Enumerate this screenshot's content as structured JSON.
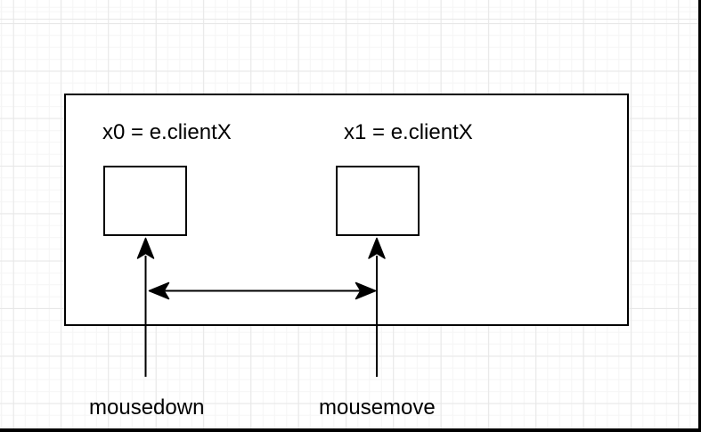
{
  "diagram": {
    "container_labels": {
      "x0": "x0 = e.clientX",
      "x1": "x1 = e.clientX"
    },
    "event_labels": {
      "mousedown": "mousedown",
      "mousemove": "mousemove"
    },
    "shapes": {
      "outer_box": "container rectangle",
      "square_count": 2,
      "arrows": [
        "up-arrow-mousedown",
        "up-arrow-mousemove",
        "horizontal-double-arrow"
      ]
    },
    "colors": {
      "stroke": "#000000",
      "shape_fill": "#ffffff",
      "grid_minor": "#f5f5f5",
      "grid_major": "#e7e7e7",
      "background": "#ffffff",
      "text": "#000000"
    }
  }
}
